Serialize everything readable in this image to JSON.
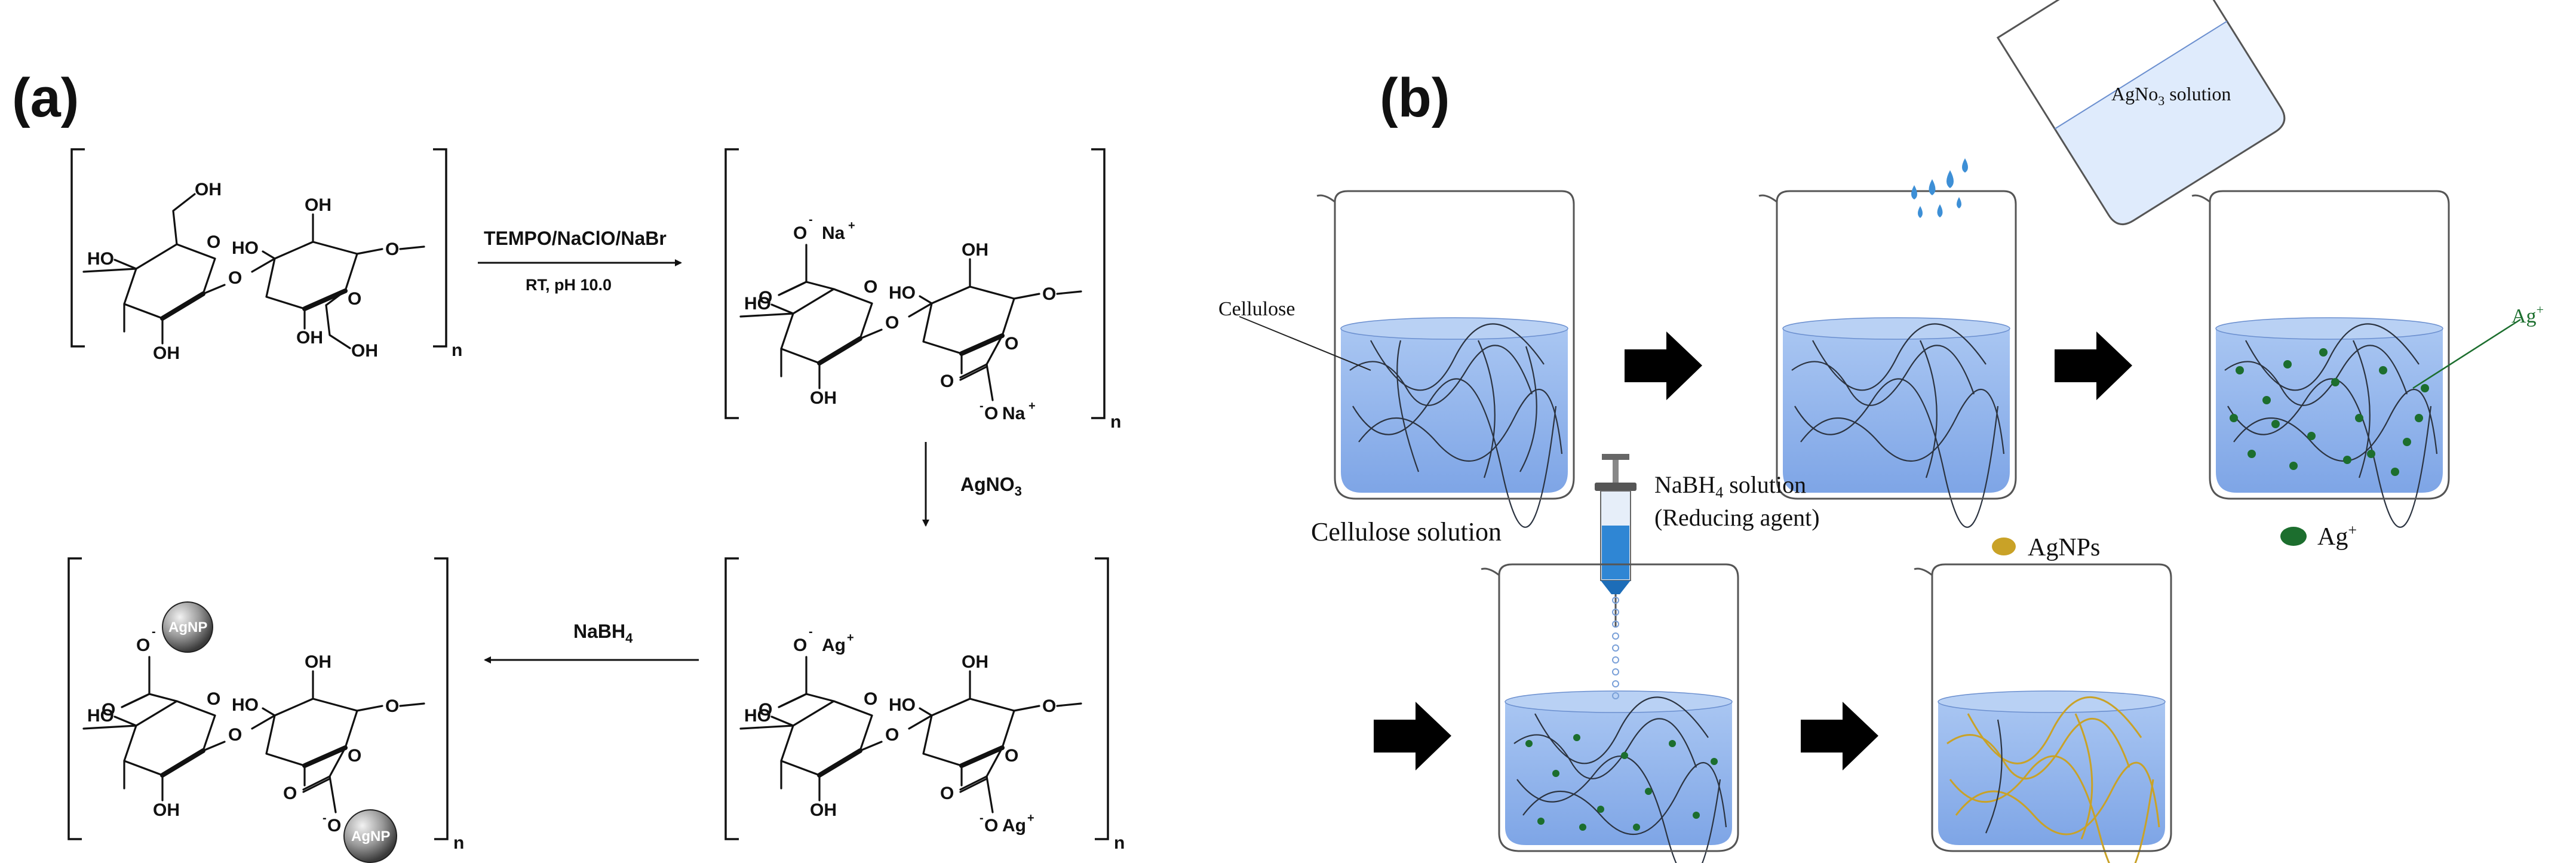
{
  "panel_a": {
    "label": "(a)",
    "reagent_oxidation": "TEMPO/NaClO/NaBr",
    "condition_oxidation": "RT, pH 10.0",
    "reagent_silver": "AgNO",
    "reagent_silver_sub": "3",
    "reagent_reduction": "NaBH",
    "reagent_reduction_sub": "4",
    "atom_oh": "OH",
    "atom_ho": "HO",
    "atom_o": "O",
    "atom_na": "Na",
    "atom_ag": "Ag",
    "charge_plus": "+",
    "charge_minus": "-",
    "repeat_n": "n",
    "nanoparticle": "AgNP"
  },
  "panel_b": {
    "label": "(b)",
    "agno3_solution": "AgNo",
    "agno3_sub": "3",
    "agno3_suffix": " solution",
    "cellulose_label": "Cellulose",
    "cellulose_solution": "Cellulose solution",
    "ag_ion_label": "Ag",
    "ag_ion_charge": "+",
    "nabh4_label": "NaBH",
    "nabh4_sub": "4",
    "nabh4_suffix": " solution",
    "reducing_agent": "(Reducing agent)",
    "agnps_legend": "AgNPs",
    "ag_legend": "Ag",
    "ag_legend_charge": "+"
  },
  "colors": {
    "solution_blue": "#8fb3ec",
    "ag_ion_green": "#1c6e2e",
    "agnp_gold": "#c9a227",
    "agnp_sphere": "#8a8a8a"
  }
}
